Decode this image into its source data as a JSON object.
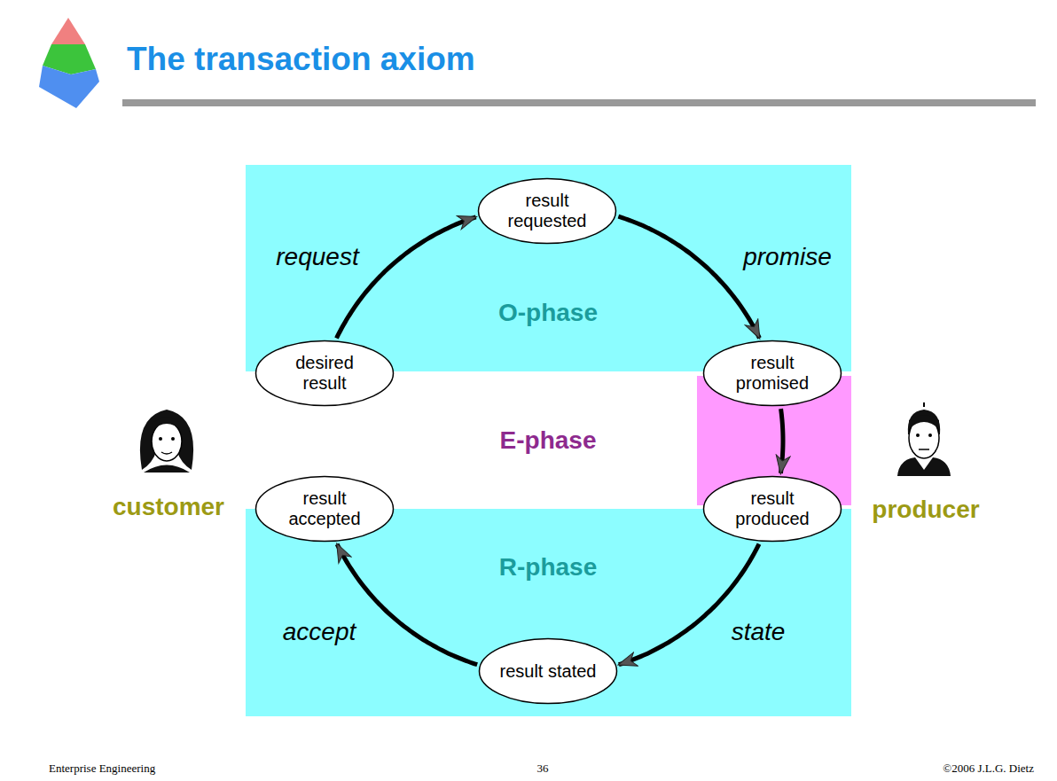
{
  "diagram": {
    "title": "The transaction axiom",
    "nodes": [
      {
        "text": [
          "O-phase"
        ]
      },
      {
        "text": [
          "desired result"
        ],
        "in": 0
      },
      {
        "text": [
          "result requested"
        ],
        "in": 0
      },
      {
        "text": [
          "result promised"
        ],
        "in": 0
      },
      {
        "text": [
          "R-phase"
        ]
      },
      {
        "text": [
          "result produced"
        ],
        "in": 4
      },
      {
        "text": [
          "result stated"
        ],
        "in": 4
      },
      {
        "text": [
          "result accepted"
        ],
        "in": 4
      }
    ],
    "edges": [
      {
        "from": 1,
        "to": 2,
        "label": "request",
        "arrow": "to"
      },
      {
        "from": 2,
        "to": 3,
        "label": "promise",
        "arrow": "to"
      },
      {
        "from": 3,
        "to": 5,
        "arrow": "to"
      },
      {
        "from": 5,
        "to": 6,
        "label": "state",
        "arrow": "to"
      },
      {
        "from": 6,
        "to": 7,
        "label": "accept",
        "arrow": "to"
      }
    ],
    "labels": [
      "E-phase",
      "customer",
      "producer",
      "Enterprise Engineering",
      "36",
      "©2006 J.L.G. Dietz"
    ]
  }
}
